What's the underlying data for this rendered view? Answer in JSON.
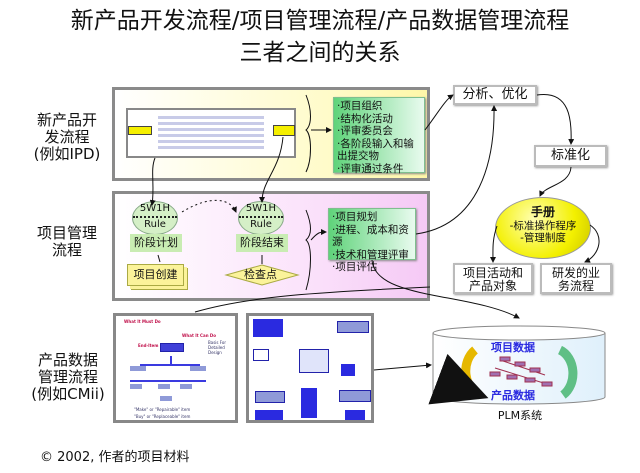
{
  "title": {
    "line1": "新产品开发流程/项目管理流程/产品数据管理流程",
    "line2": "三者之间的关系"
  },
  "rows": {
    "npd": {
      "label1": "新产品开",
      "label2": "发流程",
      "label3": "(例如IPD)",
      "items": [
        "·项目组织",
        "·结构化活动",
        "·评审委员会",
        "·各阶段输入和输出提交物",
        "·评审通过条件"
      ]
    },
    "pm": {
      "label1": "项目管理",
      "label2": "流程",
      "items": [
        "·项目规划",
        "·进程、成本和资源",
        "·技术和管理评审",
        "·项目评估"
      ],
      "oval_top": "5W1H",
      "oval_bottom": "Rule",
      "stage_plan": "阶段计划",
      "stage_end": "阶段结束",
      "create": "项目创建",
      "checkpoint": "检查点"
    },
    "pdm": {
      "label1": "产品数据",
      "label2": "管理流程",
      "label3": "(例如CMii)",
      "thumb1": {
        "must": "What It Must Do",
        "can": "What It Can Do",
        "end_item": "End-Item",
        "basis": "Basis For Detailed Design",
        "legend_make": "\"Make\" or \"Repairable\" item",
        "legend_buy": "\"Buy\" or \"Replaceable\" item"
      }
    }
  },
  "right": {
    "analyze": "分析、优化",
    "standardize": "标准化",
    "manual_title": "手册",
    "manual_items": [
      "-标准操作程序",
      "-管理制度"
    ],
    "activities": "项目活动和产品对象",
    "business": "研发的业务流程"
  },
  "plm": {
    "project_data": "项目数据",
    "product_data": "产品数据",
    "label": "PLM系统"
  },
  "footer": "© 2002, 作者的项目材料",
  "colors": {
    "green": "#5fd37a",
    "yellow_panel": "#fffbc8",
    "pink_panel": "#f5c9f5",
    "manual": "#f3f000",
    "pdm_blue": "#2a2ae0"
  }
}
